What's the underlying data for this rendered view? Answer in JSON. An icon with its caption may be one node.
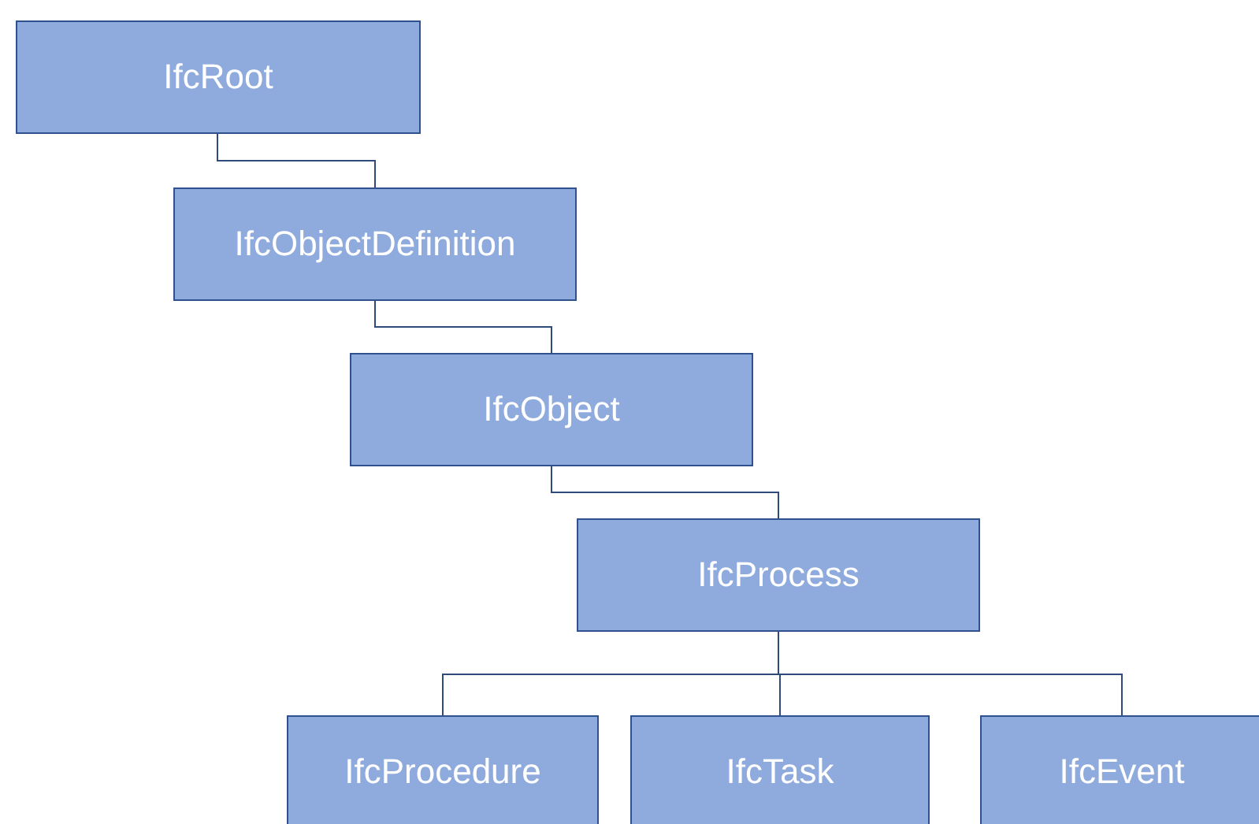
{
  "diagram": {
    "nodes": [
      {
        "text": [
          "IfcRoot"
        ]
      },
      {
        "text": [
          "IfcObjectDefinition"
        ]
      },
      {
        "text": [
          "IfcObject"
        ]
      },
      {
        "text": [
          "IfcProcess"
        ]
      },
      {
        "text": [
          "IfcProcedure"
        ]
      },
      {
        "text": [
          "IfcTask"
        ]
      },
      {
        "text": [
          "IfcEvent"
        ]
      }
    ],
    "edges": [
      {
        "from": 0,
        "to": 1,
        "arrow": "none"
      },
      {
        "from": 1,
        "to": 2,
        "arrow": "none"
      },
      {
        "from": 2,
        "to": 3,
        "arrow": "none"
      },
      {
        "from": 3,
        "to": 4,
        "arrow": "none"
      },
      {
        "from": 3,
        "to": 5,
        "arrow": "none"
      },
      {
        "from": 3,
        "to": 6,
        "arrow": "none"
      }
    ]
  }
}
